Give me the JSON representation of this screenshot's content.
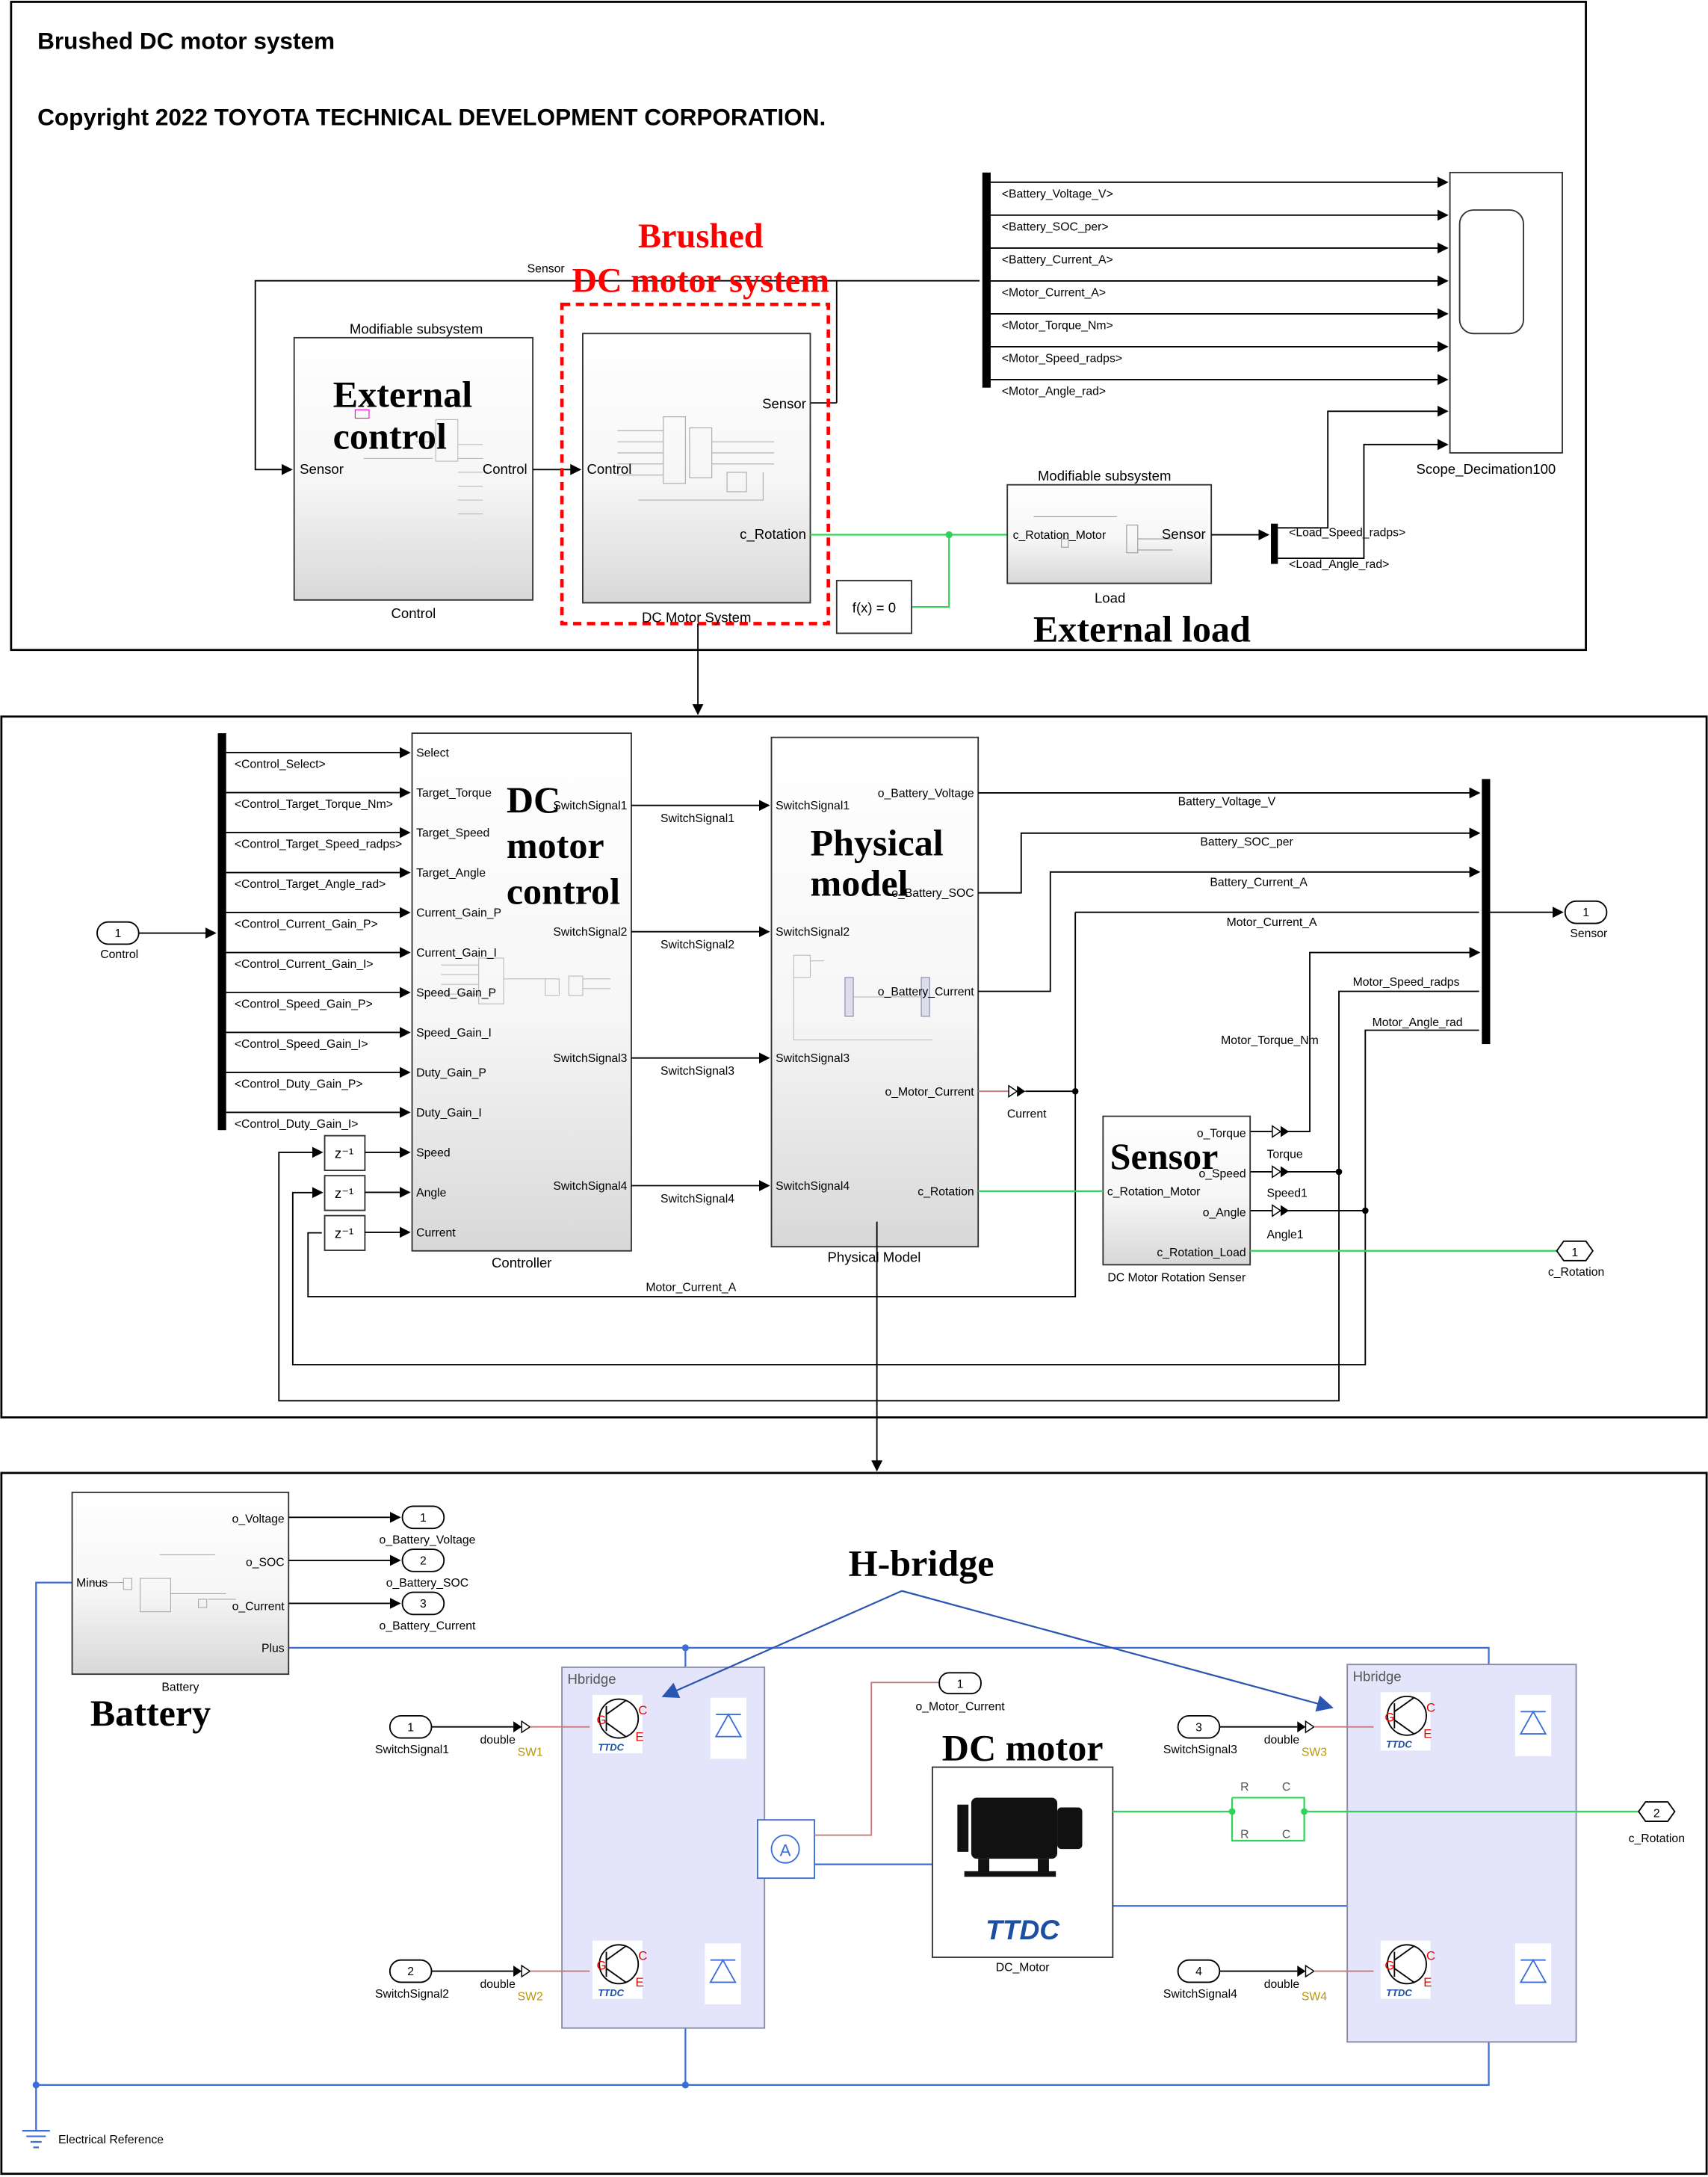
{
  "top": {
    "title": "Brushed DC motor system",
    "copyright": "Copyright 2022 TOYOTA TECHNICAL DEVELOPMENT CORPORATION.",
    "annotation_system": [
      "Brushed",
      "DC motor system"
    ],
    "annotation_control": [
      "External",
      "control"
    ],
    "annotation_load": "External load",
    "sensor_line_label": "Sensor",
    "control_block": {
      "header": "Modifiable subsystem",
      "name": "Control",
      "in": "Sensor",
      "out": "Control"
    },
    "dc_block": {
      "name": "DC Motor System",
      "in": "Control",
      "out1": "Sensor",
      "out2": "c_Rotation"
    },
    "load_block": {
      "header": "Modifiable subsystem",
      "name": "Load",
      "in": "c_Rotation_Motor",
      "out": "Sensor"
    },
    "fx_block": "f(x) = 0",
    "scope_signals": [
      "<Battery_Voltage_V>",
      "<Battery_SOC_per>",
      "<Battery_Current_A>",
      "<Motor_Current_A>",
      "<Motor_Torque_Nm>",
      "<Motor_Speed_radps>",
      "<Motor_Angle_rad>"
    ],
    "load_signals": [
      "<Load_Speed_radps>",
      "<Load_Angle_rad>"
    ],
    "scope_name": "Scope_Decimation100"
  },
  "mid": {
    "inport": {
      "num": "1",
      "label": "Control"
    },
    "bus_signals": [
      "<Control_Select>",
      "<Control_Target_Torque_Nm>",
      "<Control_Target_Speed_radps>",
      "<Control_Target_Angle_rad>",
      "<Control_Current_Gain_P>",
      "<Control_Current_Gain_I>",
      "<Control_Speed_Gain_P>",
      "<Control_Speed_Gain_I>",
      "<Control_Duty_Gain_P>",
      "<Control_Duty_Gain_I>"
    ],
    "controller_inputs": [
      "Select",
      "Target_Torque",
      "Target_Speed",
      "Target_Angle",
      "Current_Gain_P",
      "Current_Gain_I",
      "Speed_Gain_P",
      "Speed_Gain_I",
      "Duty_Gain_P",
      "Duty_Gain_I",
      "Speed",
      "Angle",
      "Current"
    ],
    "controller_outputs": [
      "SwitchSignal1",
      "SwitchSignal2",
      "SwitchSignal3",
      "SwitchSignal4"
    ],
    "controller_name": "Controller",
    "delay_label": "z⁻¹",
    "annotation_control": [
      "DC",
      "motor",
      "control"
    ],
    "physical_inputs": [
      "SwitchSignal1",
      "SwitchSignal2",
      "SwitchSignal3",
      "SwitchSignal4"
    ],
    "physical_outputs": [
      "o_Battery_Voltage",
      "o_Battery_SOC",
      "o_Battery_Current",
      "o_Motor_Current",
      "c_Rotation"
    ],
    "physical_name": "Physical Model",
    "annotation_physical": [
      "Physical",
      "model"
    ],
    "out_signals": [
      "Battery_Voltage_V",
      "Battery_SOC_per",
      "Battery_Current_A",
      "Motor_Current_A",
      "Motor_Torque_Nm",
      "Motor_Speed_radps",
      "Motor_Angle_rad"
    ],
    "current_label": "Current",
    "sensor_block": {
      "name": "DC Motor Rotation Senser",
      "annotation": "Sensor",
      "in": "c_Rotation_Motor",
      "outs": [
        "o_Torque",
        "o_Speed",
        "o_Angle"
      ],
      "conn": "c_Rotation_Load"
    },
    "conv_labels": [
      "Torque",
      "Speed1",
      "Angle1"
    ],
    "outport": {
      "num": "1",
      "label": "Sensor"
    },
    "conn_port": {
      "num": "1",
      "label": "c_Rotation"
    },
    "feedback_label": "Motor_Current_A"
  },
  "bottom": {
    "battery": {
      "name": "Battery",
      "annotation": "Battery",
      "minus": "Minus",
      "plus": "Plus",
      "outs": [
        "o_Voltage",
        "o_SOC",
        "o_Current"
      ]
    },
    "battery_outports": [
      {
        "num": "1",
        "label": "o_Battery_Voltage"
      },
      {
        "num": "2",
        "label": "o_Battery_SOC"
      },
      {
        "num": "3",
        "label": "o_Battery_Current"
      }
    ],
    "inports": [
      {
        "num": "1",
        "label": "SwitchSignal1",
        "type": "double",
        "sw": "SW1"
      },
      {
        "num": "2",
        "label": "SwitchSignal2",
        "type": "double",
        "sw": "SW2"
      },
      {
        "num": "3",
        "label": "SwitchSignal3",
        "type": "double",
        "sw": "SW3"
      },
      {
        "num": "4",
        "label": "SwitchSignal4",
        "type": "double",
        "sw": "SW4"
      }
    ],
    "hbridge_label": "Hbridge",
    "annotation_hbridge": "H-bridge",
    "motor_current_port": {
      "num": "1",
      "label": "o_Motor_Current"
    },
    "ammeter": "A",
    "motor": {
      "name": "DC_Motor",
      "annotation": "DC motor",
      "logo": "TTDC"
    },
    "rc_labels": [
      "R",
      "C",
      "R",
      "C"
    ],
    "rotation_port": {
      "num": "2",
      "label": "c_Rotation"
    },
    "ground_label": "Electrical Reference",
    "transistor_pins": [
      "C",
      "G",
      "E"
    ],
    "logo": "TTDC"
  },
  "colors": {
    "signal": "#000000",
    "mechanical": "#2fd35a",
    "electrical": "#3b6fd6",
    "annotation_red": "#ff0000",
    "hbridge_bg": "#e4e4fb",
    "sw_label": "#b8960a"
  }
}
